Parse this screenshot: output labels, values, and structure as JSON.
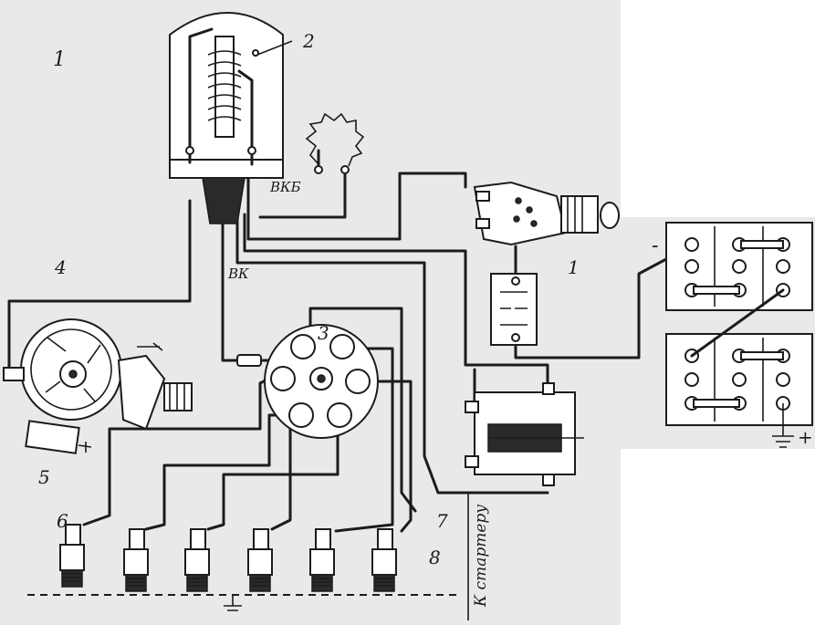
{
  "labels": {
    "coil": "2",
    "distributor_cap": "3",
    "breaker": "4",
    "condenser": "5",
    "spark_plug": "6",
    "hv_wire": "7",
    "plug_tip": "8",
    "ignition_switch": "1",
    "stray_mark": "1",
    "vkb": "ВКБ",
    "vk": "ВК",
    "to_starter": "К стартеру",
    "minus": "-",
    "plus": "+"
  },
  "colors": {
    "paper": "#e9e9e9",
    "ink": "#1c1c1c"
  }
}
